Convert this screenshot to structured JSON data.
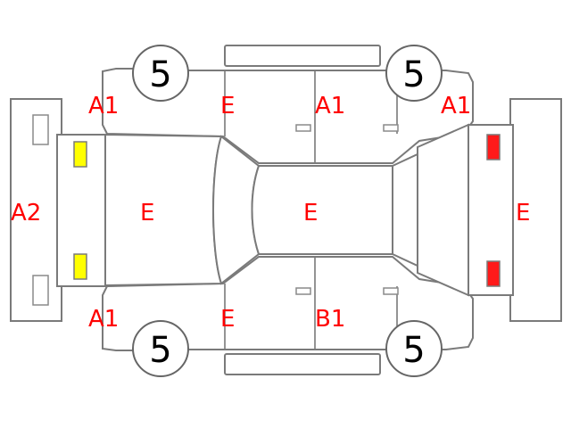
{
  "diagram": {
    "tire_labels": {
      "front_left": "5",
      "front_right": "5",
      "rear_left": "5",
      "rear_right": "5"
    },
    "panel_codes": {
      "front_left_fender": "A1",
      "front_left_door": "E",
      "rear_left_door": "A1",
      "rear_left_quarter": "A1",
      "front_bumper": "A2",
      "hood": "E",
      "roof": "E",
      "rear_bumper": "E",
      "front_right_fender": "A1",
      "front_right_door": "E",
      "rear_right_door": "B1",
      "front_lamps_color": "#ffff00",
      "rear_lamps_color": "#ff1a1a"
    },
    "colors": {
      "code_text": "#ff0000",
      "outline": "#7a7a7a",
      "front_lamp": "#ffff00",
      "rear_lamp": "#ff1a1a"
    }
  }
}
